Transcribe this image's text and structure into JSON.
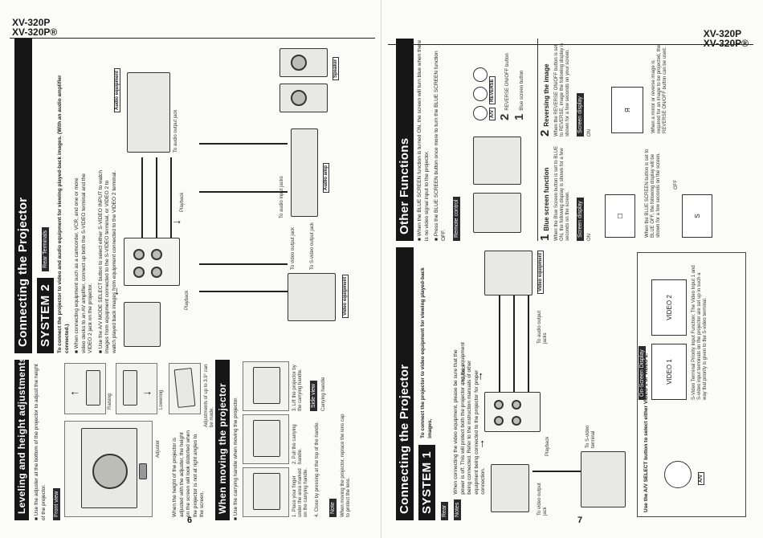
{
  "header": {
    "model_line1": "XV-320P",
    "model_line2": "XV-320P®"
  },
  "pages": {
    "left_number": "6",
    "right_number": "7"
  },
  "left": {
    "leveling": {
      "title": "Leveling and height adjustments",
      "bullet": "■ Use the adjuster at the bottom of the projector to adjust the height of the projector.",
      "front_view": "Front view",
      "raising": "Raising",
      "lowering": "Lowering",
      "adjuster": "Adjuster",
      "adjust_note": "Adjustments of up to 3.9° can be made.",
      "desc": "When the height of the projector is adjusted with the adjuster, the height on the screen will look distorted when the projector is not at right angles to the screen."
    },
    "moving": {
      "title": "When moving the projector",
      "bullet": "■ Use the carrying handle when moving the projector.",
      "step1": "1. Place your finger under the area marked on the carrying handle.",
      "step2": "2. Pull the carrying handle.",
      "step3": "3. Lift the projector by the carrying handle.",
      "step4": "4. Close by pressing at the top of the handle.",
      "side_view": "Side view",
      "carrying_handle": "Carrying handle",
      "note_label": "Note",
      "note": "When moving the projector, replace the lens cap to protect the lens."
    },
    "system2": {
      "section_title": "Connecting the Projector",
      "label": "SYSTEM 2",
      "rear_terminals": "Rear Terminals",
      "intro": "To connect the projector to video and audio equipment for viewing played-back images. (With an audio amplifier connected.)",
      "bullet1": "■ When connecting equipment such as a camcorder, VCR, and one or more video decks to an AV amplifier, connect up both the S-VIDEO terminal and the VIDEO 2 jack on the projector.",
      "bullet2": "■ Use the A/V MODE SELECT button to select either S-VIDEO INPUT to watch images from equipment connected to the S-VIDEO terminal, or VIDEO 2 to watch played back images from equipment connected to the VIDEO 2 terminal.",
      "playback": "Playback",
      "audio_equipment": "Audio equipment",
      "speaker": "Speaker",
      "to_audio_output": "To audio output jack",
      "to_audio_input": "To audio input jacks",
      "to_video_output": "To video output jack",
      "to_s_video": "To S-video output jack",
      "video_equipment": "Video equipment",
      "audio_amp": "Audio amp"
    }
  },
  "right": {
    "system1": {
      "section_title": "Connecting the Projector",
      "label": "SYSTEM 1",
      "rear": "Rear",
      "intro": "To connect the projector to video equipment for viewing played-back images.",
      "notes_label": "Notes",
      "notes": "When connecting the video equipment, please be sure that the power is off. This will protect both the projector and the equipment being connected. Refer to the instruction manuals of other equipment being connected to the projector for proper connection.",
      "playback_left": "Playback",
      "playback_right": "Playback",
      "to_video_output": "To video output jack",
      "to_audio_output": "To audio output jacks",
      "to_s_video": "To S-video terminal",
      "video_equipment": "Video equipment",
      "select_title": "Use the A/V SELECT button to select either VIDEO 1 or VIDEO 2.",
      "onscreen_display": "On-Screen Display",
      "video1": "VIDEO 1",
      "video2": "VIDEO 2",
      "av_button": "A/V",
      "svideo_note": "S-Video Terminal Priority Input Function: The Video Input 1 and S-video input terminals on the projector are set up in such a way that priority is given to the S-video terminal."
    },
    "other": {
      "title": "Other Functions",
      "blue_bullet1": "■ When the BLUE SCREEN function is turned ON, the screen will turn blue when there is no video signal input to the projector.",
      "blue_bullet2": "■ Press the BLUE SCREEN button once more to turn the BLUE SCREEN function OFF.",
      "remote_label": "Remote control",
      "reverse_btn": "REVERSE",
      "reverse_callout": "REVERSE ON/OFF button",
      "blue_callout": "Blue screen button",
      "av_btn": "A/V",
      "num2": "2",
      "num1": "1",
      "blue_title": "Blue screen function",
      "blue_desc": "When the Blue Screen button is set to BLUE ON, the following display is shown for a few seconds on the screen.",
      "blue_desc2": "When the BLUE SCREEN button is set to BLUE OFF, the following display will be shown for a few seconds on the screen.",
      "screen_display": "Screen display",
      "reverse_title": "Reversing the image",
      "reverse_desc": "When the REVERSE ON/OFF button is set to REVERSE, image the following display is shown for a few seconds on your screen.",
      "reverse_desc2": "When a mirror or reverse image is required for an image to be projected, the REVERSE ON/OFF button can be used.",
      "on_label": "ON",
      "off_label": "OFF",
      "rev_on": "ON",
      "glyph_r": "R",
      "glyph_s": "S",
      "glyph_box": "☐"
    }
  },
  "icon_names": [
    "projector-icon",
    "camcorder-icon",
    "vcr-icon",
    "speaker-icon",
    "remote-icon"
  ]
}
